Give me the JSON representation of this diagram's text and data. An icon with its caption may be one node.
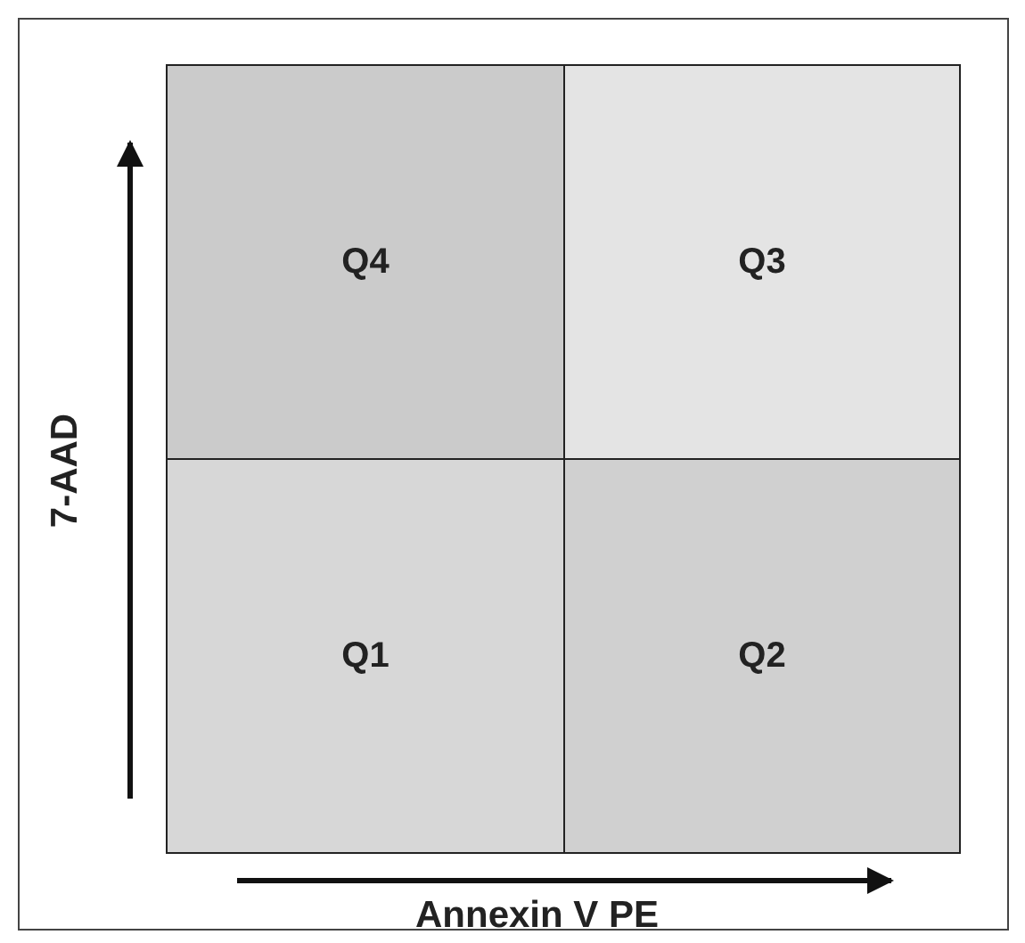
{
  "diagram": {
    "nodes": [
      {
        "text": [
          "Q4"
        ]
      },
      {
        "text": [
          "Q3"
        ]
      },
      {
        "text": [
          "Q1"
        ]
      },
      {
        "text": [
          "Q2"
        ]
      }
    ],
    "labels": [
      "7-AAD",
      "Annexin V PE"
    ]
  }
}
